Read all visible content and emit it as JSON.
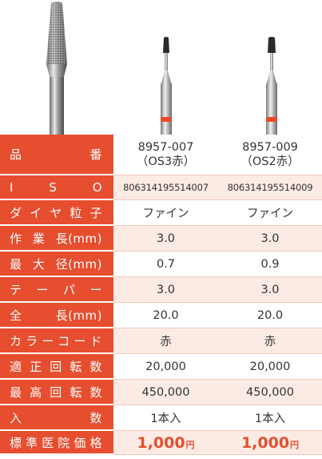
{
  "products": [
    {
      "code": "8957-007",
      "sub": "（OS3赤）"
    },
    {
      "code": "8957-009",
      "sub": "（OS2赤）"
    }
  ],
  "colors": {
    "label_bg": "#e64e2f",
    "stripe": "#fcebe5",
    "price": "#e64e2f",
    "band": "#e94a2c"
  },
  "rows": [
    {
      "label": "品　番"
    },
    {
      "label": "ISO",
      "values": [
        "806314195514007",
        "806314195514009"
      ]
    },
    {
      "label": "ダイヤ粒子",
      "values": [
        "ファイン",
        "ファイン"
      ]
    },
    {
      "label": "作業長(mm)",
      "values": [
        "3.0",
        "3.0"
      ]
    },
    {
      "label": "最大径(mm)",
      "values": [
        "0.7",
        "0.9"
      ]
    },
    {
      "label": "テーパー",
      "values": [
        "3.0",
        "3.0"
      ]
    },
    {
      "label": "全　長(mm)",
      "values": [
        "20.0",
        "20.0"
      ]
    },
    {
      "label": "カラーコード",
      "values": [
        "赤",
        "赤"
      ]
    },
    {
      "label": "適正回転数",
      "values": [
        "20,000",
        "20,000"
      ]
    },
    {
      "label": "最高回転数",
      "values": [
        "450,000",
        "450,000"
      ]
    },
    {
      "label": "入　数",
      "values": [
        "1本入",
        "1本入"
      ]
    },
    {
      "label": "標準医院価格",
      "values": [
        "1,000",
        "1,000"
      ],
      "unit": "円"
    }
  ]
}
